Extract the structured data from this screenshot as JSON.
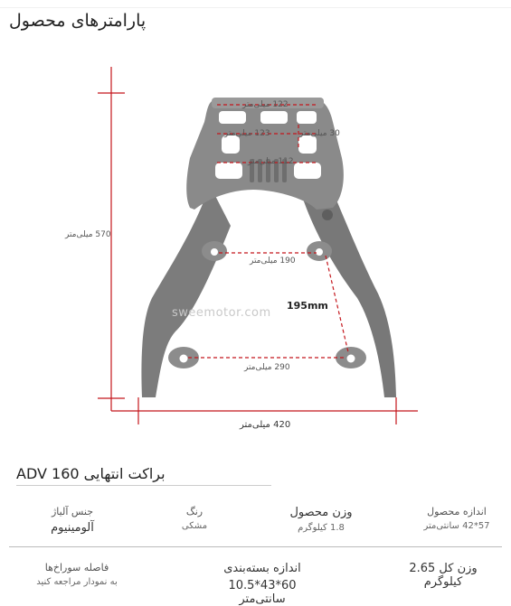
{
  "title": "پارامترهای محصول",
  "watermark": "sweemotor.com",
  "dimensions": {
    "height": "570 میلی‌متر",
    "width": "420 میلی‌متر",
    "top_width": "122 میلی‌متر",
    "plate_width": "123 میلی‌متر",
    "side": "30 میلی‌متر",
    "lower_plate": "112 میلی‌متر",
    "upper_holes": "190 میلی‌متر",
    "lower_holes": "290 میلی‌متر",
    "hole_spacing": "195mm"
  },
  "product": {
    "name": "براکت انتهایی ADV 160"
  },
  "specs": [
    {
      "label": "اندازه محصول",
      "value": "57*42 سانتی‌متر"
    },
    {
      "label": "وزن محصول",
      "value": "1.8 کیلوگرم"
    },
    {
      "label": "رنگ",
      "value": "مشکی"
    },
    {
      "label": "جنس آلیاژ",
      "value": "آلومینیوم"
    },
    {
      "label": "وزن کل 2.65 کیلوگرم",
      "value": ""
    },
    {
      "label": "اندازه بسته‌بندی",
      "value": "60*43*10.5 سانتی‌متر"
    },
    {
      "label": "فاصله سوراخ‌ها",
      "value": "به نمودار مراجعه کنید"
    }
  ],
  "colors": {
    "accent_red": "#c4161c",
    "metal": "#7d7d7d"
  }
}
